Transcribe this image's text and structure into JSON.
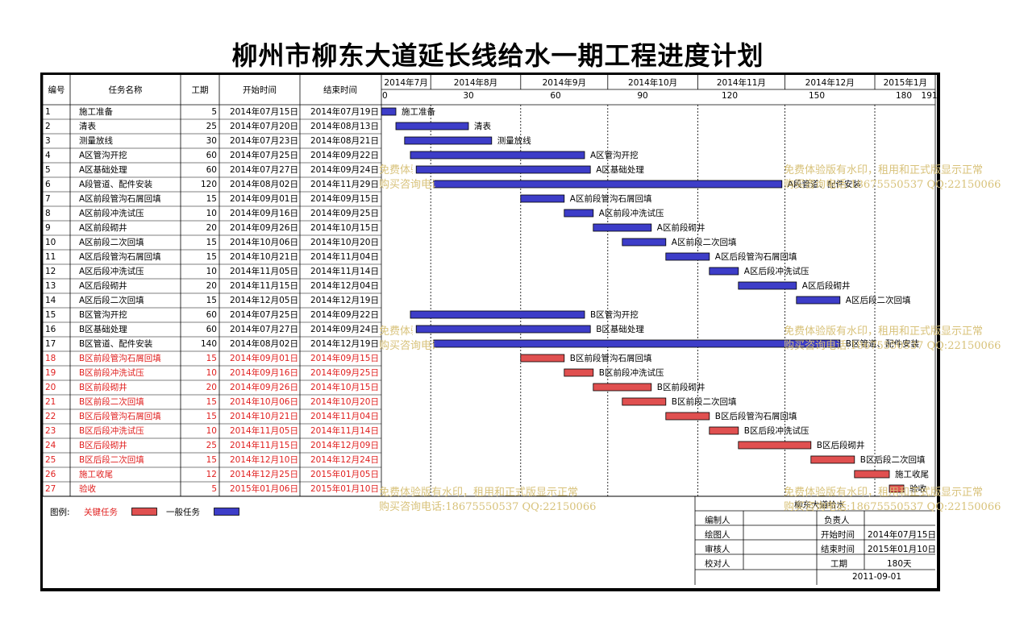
{
  "title": "柳州市柳东大道延长线给水一期工程进度计划",
  "headers": {
    "id": "编号",
    "name": "任务名称",
    "duration": "工期",
    "start": "开始时间",
    "end": "结束时间"
  },
  "months": [
    "2014年7月",
    "2014年8月",
    "2014年9月",
    "2014年10月",
    "2014年11月",
    "2014年12月",
    "2015年1月"
  ],
  "day_ticks": [
    "0",
    "30",
    "60",
    "90",
    "120",
    "150",
    "180",
    "191"
  ],
  "colors": {
    "critical_text": "#e0201f",
    "critical_bar": "#e05050",
    "normal_bar": "#3d3dc8",
    "watermark": "#d8c27a"
  },
  "chart_data": {
    "type": "bar",
    "orientation": "gantt",
    "x_axis": {
      "unit": "days",
      "range": [
        0,
        191
      ],
      "ticks": [
        0,
        30,
        60,
        90,
        120,
        150,
        180,
        191
      ]
    },
    "tasks": [
      {
        "id": "1",
        "name": "施工准备",
        "duration": "5",
        "start": "2014年07月15日",
        "end": "2014年07月19日",
        "critical": false,
        "offset": 0,
        "days": 5
      },
      {
        "id": "2",
        "name": "清表",
        "duration": "25",
        "start": "2014年07月20日",
        "end": "2014年08月13日",
        "critical": false,
        "offset": 5,
        "days": 25
      },
      {
        "id": "3",
        "name": "测量放线",
        "duration": "30",
        "start": "2014年07月23日",
        "end": "2014年08月21日",
        "critical": false,
        "offset": 8,
        "days": 30
      },
      {
        "id": "4",
        "name": "A区管沟开挖",
        "duration": "60",
        "start": "2014年07月25日",
        "end": "2014年09月22日",
        "critical": false,
        "offset": 10,
        "days": 60
      },
      {
        "id": "5",
        "name": "A区基础处理",
        "duration": "60",
        "start": "2014年07月27日",
        "end": "2014年09月24日",
        "critical": false,
        "offset": 12,
        "days": 60
      },
      {
        "id": "6",
        "name": "A段管道、配件安装",
        "duration": "120",
        "start": "2014年08月02日",
        "end": "2014年11月29日",
        "critical": false,
        "offset": 18,
        "days": 120
      },
      {
        "id": "7",
        "name": "A区前段管沟石屑回填",
        "duration": "15",
        "start": "2014年09月01日",
        "end": "2014年09月15日",
        "critical": false,
        "offset": 48,
        "days": 15
      },
      {
        "id": "8",
        "name": "A区前段冲洗试压",
        "duration": "10",
        "start": "2014年09月16日",
        "end": "2014年09月25日",
        "critical": false,
        "offset": 63,
        "days": 10
      },
      {
        "id": "9",
        "name": "A区前段砌井",
        "duration": "20",
        "start": "2014年09月26日",
        "end": "2014年10月15日",
        "critical": false,
        "offset": 73,
        "days": 20
      },
      {
        "id": "10",
        "name": "A区前段二次回填",
        "duration": "15",
        "start": "2014年10月06日",
        "end": "2014年10月20日",
        "critical": false,
        "offset": 83,
        "days": 15
      },
      {
        "id": "11",
        "name": "A区后段管沟石屑回填",
        "duration": "15",
        "start": "2014年10月21日",
        "end": "2014年11月04日",
        "critical": false,
        "offset": 98,
        "days": 15
      },
      {
        "id": "12",
        "name": "A区后段冲洗试压",
        "duration": "10",
        "start": "2014年11月05日",
        "end": "2014年11月14日",
        "critical": false,
        "offset": 113,
        "days": 10
      },
      {
        "id": "13",
        "name": "A区后段砌井",
        "duration": "20",
        "start": "2014年11月15日",
        "end": "2014年12月04日",
        "critical": false,
        "offset": 123,
        "days": 20
      },
      {
        "id": "14",
        "name": "A区后段二次回填",
        "duration": "15",
        "start": "2014年12月05日",
        "end": "2014年12月19日",
        "critical": false,
        "offset": 143,
        "days": 15
      },
      {
        "id": "15",
        "name": "B区管沟开挖",
        "duration": "60",
        "start": "2014年07月25日",
        "end": "2014年09月22日",
        "critical": false,
        "offset": 10,
        "days": 60
      },
      {
        "id": "16",
        "name": "B区基础处理",
        "duration": "60",
        "start": "2014年07月27日",
        "end": "2014年09月24日",
        "critical": false,
        "offset": 12,
        "days": 60
      },
      {
        "id": "17",
        "name": "B区管道、配件安装",
        "duration": "140",
        "start": "2014年08月02日",
        "end": "2014年12月19日",
        "critical": false,
        "offset": 18,
        "days": 140
      },
      {
        "id": "18",
        "name": "B区前段管沟石屑回填",
        "duration": "15",
        "start": "2014年09月01日",
        "end": "2014年09月15日",
        "critical": true,
        "offset": 48,
        "days": 15
      },
      {
        "id": "19",
        "name": "B区前段冲洗试压",
        "duration": "10",
        "start": "2014年09月16日",
        "end": "2014年09月25日",
        "critical": true,
        "offset": 63,
        "days": 10
      },
      {
        "id": "20",
        "name": "B区前段砌井",
        "duration": "20",
        "start": "2014年09月26日",
        "end": "2014年10月15日",
        "critical": true,
        "offset": 73,
        "days": 20
      },
      {
        "id": "21",
        "name": "B区前段二次回填",
        "duration": "15",
        "start": "2014年10月06日",
        "end": "2014年10月20日",
        "critical": true,
        "offset": 83,
        "days": 15
      },
      {
        "id": "22",
        "name": "B区后段管沟石屑回填",
        "duration": "15",
        "start": "2014年10月21日",
        "end": "2014年11月04日",
        "critical": true,
        "offset": 98,
        "days": 15
      },
      {
        "id": "23",
        "name": "B区后段冲洗试压",
        "duration": "10",
        "start": "2014年11月05日",
        "end": "2014年11月14日",
        "critical": true,
        "offset": 113,
        "days": 10
      },
      {
        "id": "24",
        "name": "B区后段砌井",
        "duration": "25",
        "start": "2014年11月15日",
        "end": "2014年12月09日",
        "critical": true,
        "offset": 123,
        "days": 25
      },
      {
        "id": "25",
        "name": "B区后段二次回填",
        "duration": "15",
        "start": "2014年12月10日",
        "end": "2014年12月24日",
        "critical": true,
        "offset": 148,
        "days": 15
      },
      {
        "id": "26",
        "name": "施工收尾",
        "duration": "12",
        "start": "2014年12月25日",
        "end": "2015年01月05日",
        "critical": true,
        "offset": 163,
        "days": 12
      },
      {
        "id": "27",
        "name": "验收",
        "duration": "5",
        "start": "2015年01月06日",
        "end": "2015年01月10日",
        "critical": true,
        "offset": 175,
        "days": 5
      }
    ]
  },
  "legend": {
    "label": "图例:",
    "critical": "关键任务",
    "normal": "一般任务"
  },
  "footer": {
    "project": "柳东大道给水",
    "editor_label": "编制人",
    "owner_label": "负责人",
    "drafter_label": "绘图人",
    "start_label": "开始时间",
    "start_value": "2014年07月15日",
    "reviewer_label": "审核人",
    "end_label": "结束时间",
    "end_value": "2015年01月10日",
    "checker_label": "校对人",
    "duration_label": "工期",
    "duration_value": "180天",
    "date": "2011-09-01"
  },
  "watermark": {
    "line1": "免费体验版有水印，租用和正式版显示正常",
    "line2": "购买咨询电话:18675550537 QQ:22150066"
  }
}
